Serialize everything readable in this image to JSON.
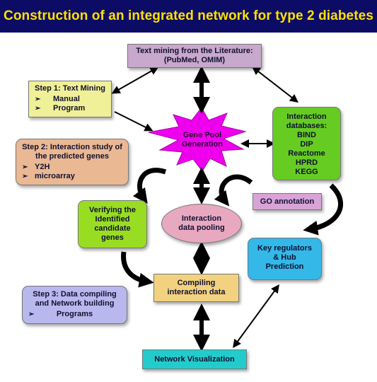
{
  "title": "Construction of an integrated network for type 2 diabetes",
  "text_mining": {
    "line1": "Text mining from the Literature:",
    "line2": "(PubMed, OMIM)"
  },
  "step1": {
    "heading": "Step 1: Text Mining",
    "items": [
      "Manual",
      "Program"
    ]
  },
  "gene_pool": {
    "line1": "Gene Pool",
    "line2": "Generation"
  },
  "databases": {
    "heading": [
      "Interaction",
      "databases:"
    ],
    "items": [
      "BIND",
      "DIP",
      "Reactome",
      "HPRD",
      "KEGG"
    ]
  },
  "step2": {
    "heading": [
      "Step 2: Interaction study of",
      "the predicted genes"
    ],
    "items": [
      "Y2H",
      "microarray"
    ]
  },
  "go_annotation": "GO annotation",
  "verifying": [
    "Verifying the",
    "Identified",
    "candidate",
    "genes"
  ],
  "pooling": [
    "Interaction",
    "data pooling"
  ],
  "key_regulators": [
    "Key regulators",
    "& Hub",
    "Prediction"
  ],
  "step3": {
    "heading": [
      "Step 3: Data compiling",
      "and Network building"
    ],
    "items": [
      "Programs"
    ]
  },
  "compiling": [
    "Compiling",
    "interaction data"
  ],
  "visualization": "Network Visualization",
  "colors": {
    "title_bg": "#0c0c66",
    "title_text": "#ffe000",
    "text_mining_box": "#c8a8cc",
    "step1_box": "#f0f098",
    "gene_pool_star": "#ee00ee",
    "databases_box": "#66cc22",
    "step2_box": "#eab893",
    "go_box": "#d8a4d8",
    "verifying_box": "#99dd22",
    "pooling_ellipse": "#e8a8c0",
    "key_box": "#33b8e8",
    "step3_box": "#b8b8ee",
    "compiling_box": "#f2d27e",
    "visualization_box": "#22cccc"
  }
}
